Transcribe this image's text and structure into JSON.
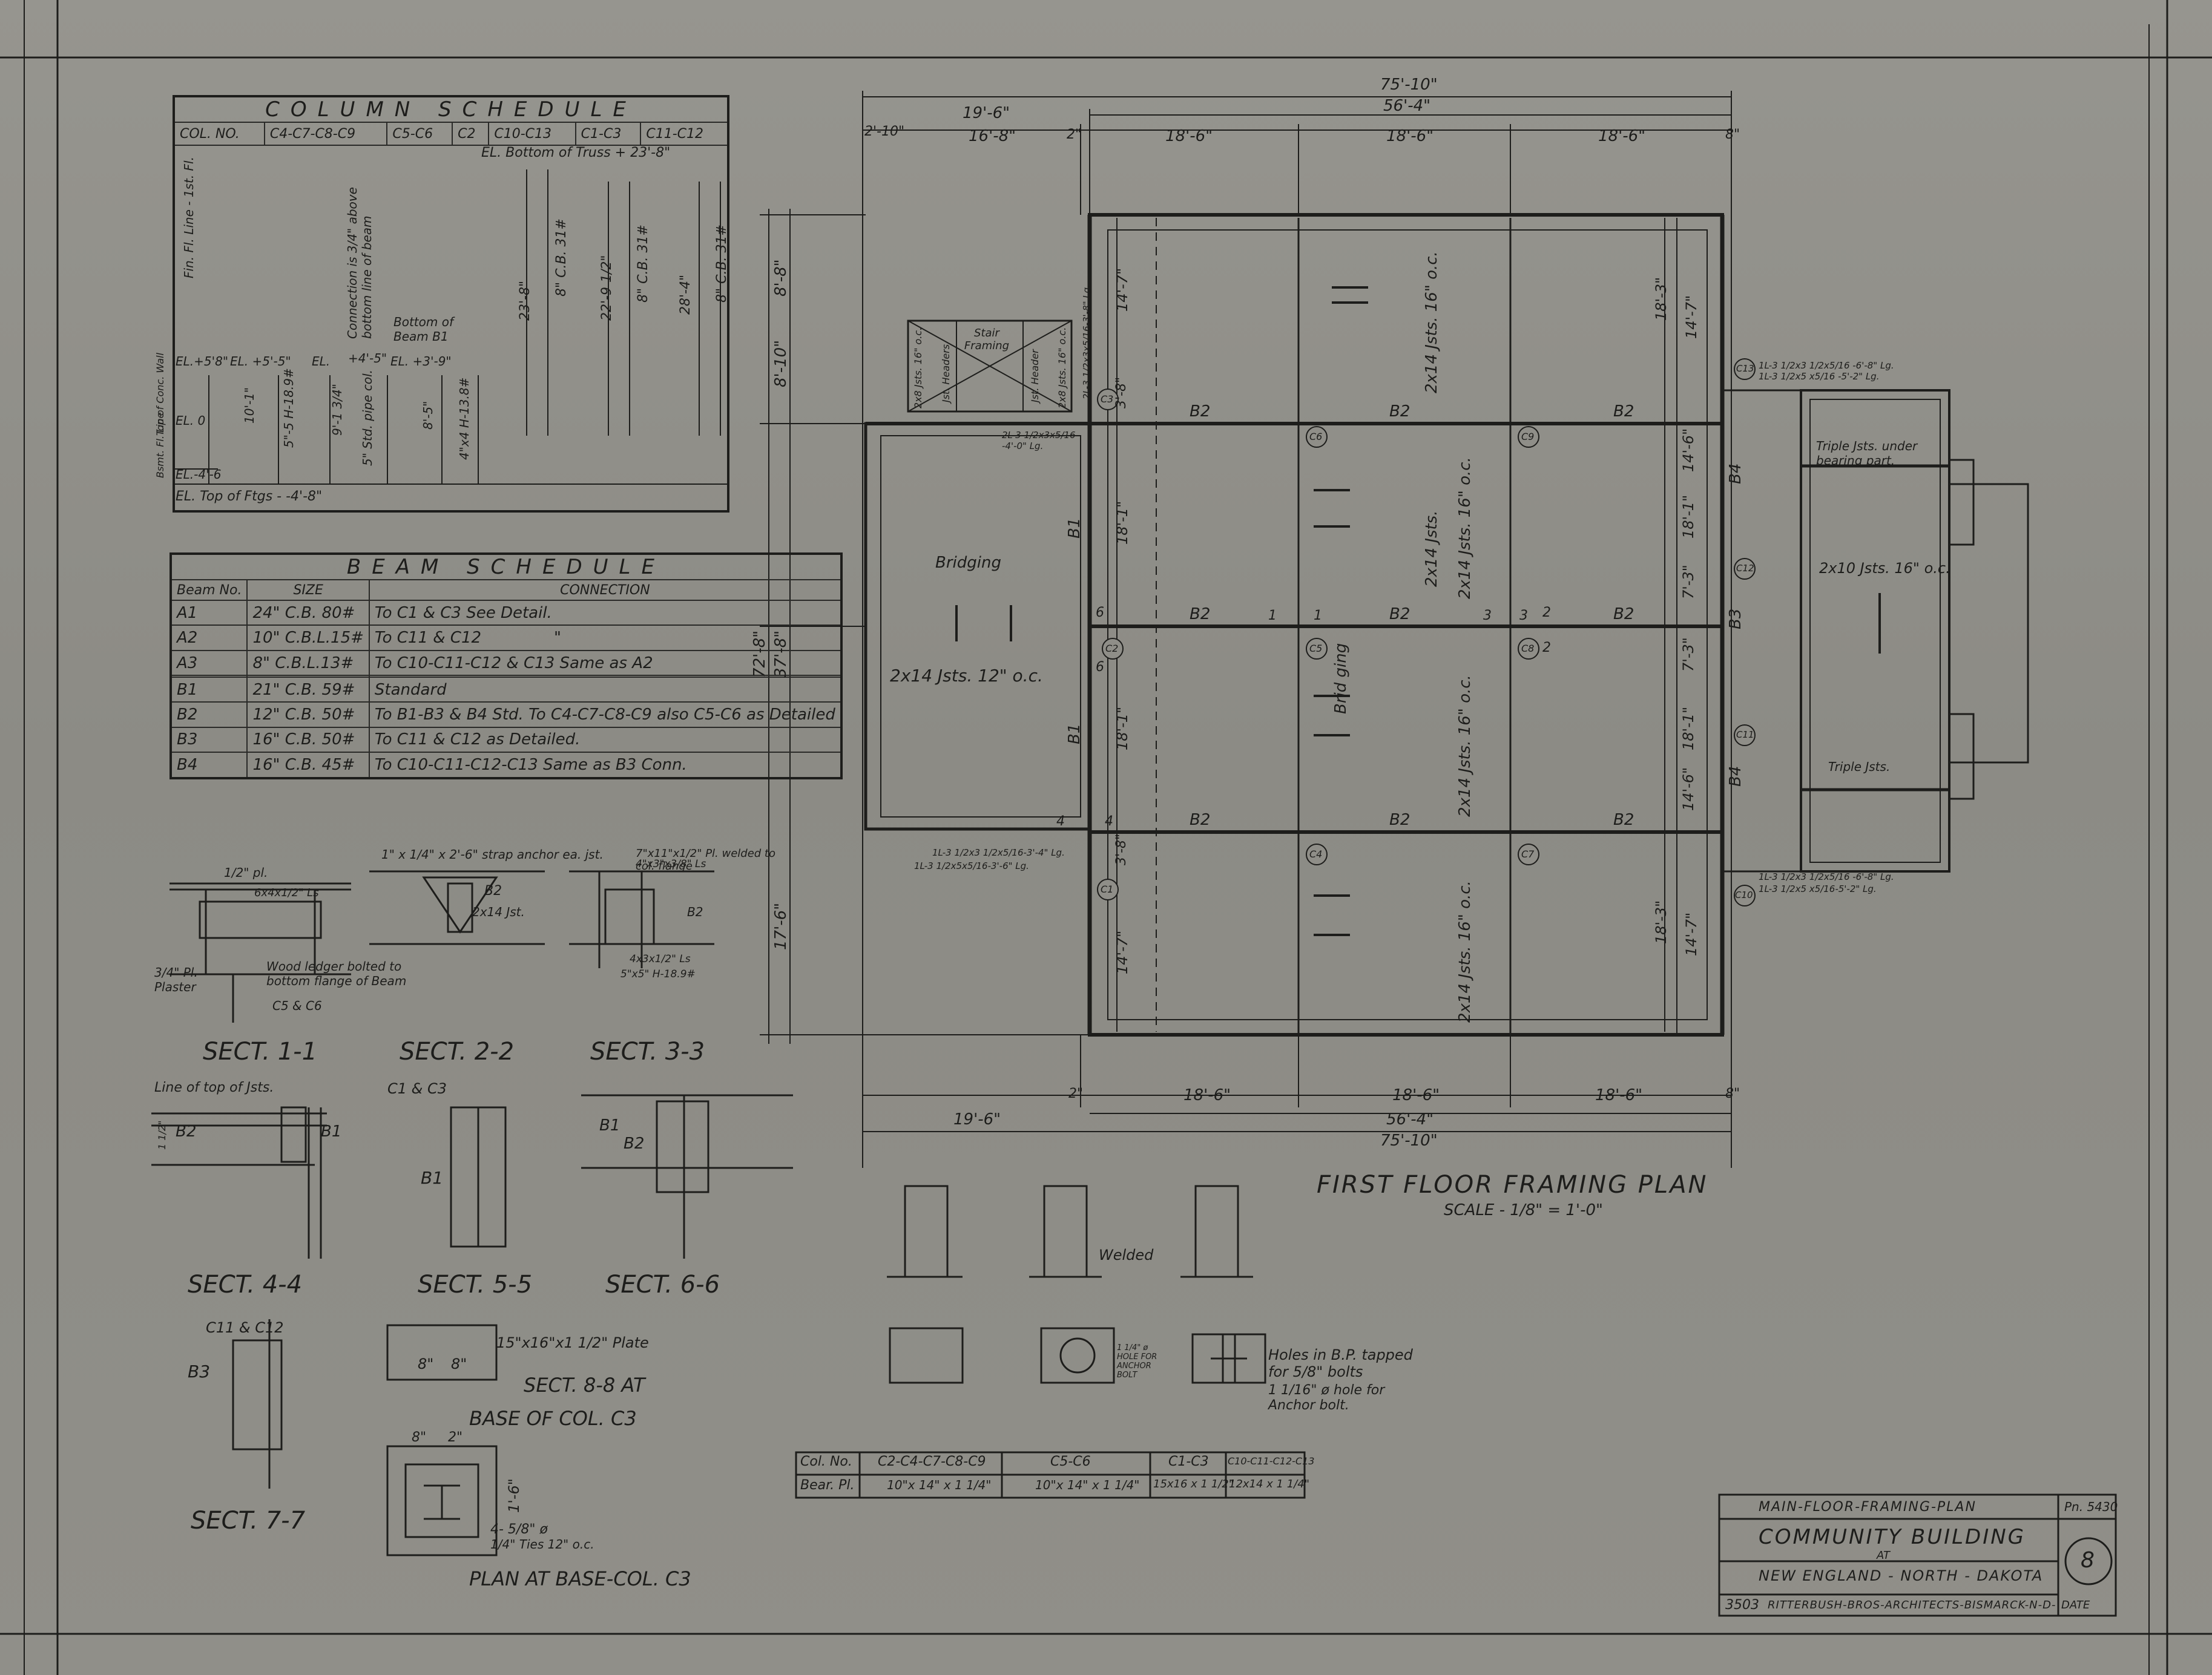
{
  "column_schedule": {
    "title": "COLUMN SCHEDULE",
    "headers": [
      "COL. NO.",
      "C4-C7-C8-C9",
      "C5-C6",
      "C2",
      "C10-C13",
      "C1-C3",
      "C11-C12"
    ],
    "truss_note": "EL. Bottom of Truss + 23'-8\"",
    "row_labels": [
      "Fin. Fl. Line - 1st. Fl.",
      "EL.+5'8\"",
      "Top of Conc. Wall",
      "EL. 0",
      "Bsmt. Fl. Line",
      "EL.-4'-6",
      "EL. Top of Ftgs - -4'-8\""
    ],
    "notes": [
      "EL. +5'-5\"",
      "EL.",
      "+4'-5\"",
      "Connection is 3/4\" above bottom line of beam",
      "Bottom of Beam B1",
      "EL. +3'-9\"",
      "10'-1\"",
      "5\"-5 H-18.9#",
      "9'-1 3/4\"",
      "5\" Std. pipe col.",
      "8'-5\"",
      "4\"x4 H-13.8#",
      "23'-8\"",
      "8\" C.B. 31#",
      "22'-9 1/2\"",
      "8\" C.B. 31#",
      "28'-4\"",
      "8\" C.B. 31#"
    ]
  },
  "beam_schedule": {
    "title": "BEAM SCHEDULE",
    "headers": [
      "Beam No.",
      "SIZE",
      "CONNECTION"
    ],
    "rows": [
      [
        "A1",
        "24\" C.B. 80#",
        "To C1 & C3 See Detail."
      ],
      [
        "A2",
        "10\" C.B.L.15#",
        "To C11 & C12"
      ],
      [
        "A3",
        "8\" C.B.L.13#",
        "To C10-C11-C12 & C13 Same as A2"
      ],
      [
        "",
        "",
        ""
      ],
      [
        "B1",
        "21\" C.B. 59#",
        "Standard"
      ],
      [
        "B2",
        "12\" C.B. 50#",
        "To B1-B3 & B4 Std. To C4-C7-C8-C9 also C5-C6 as Detailed"
      ],
      [
        "B3",
        "16\" C.B. 50#",
        "To C11 & C12 as Detailed."
      ],
      [
        "B4",
        "16\" C.B. 45#",
        "To C10-C11-C12-C13 Same as B3 Conn."
      ]
    ],
    "ditto": "\""
  },
  "plan": {
    "title": "FIRST FLOOR FRAMING PLAN",
    "scale": "SCALE - 1/8\" = 1'-0\"",
    "dims_top": [
      "75'-10\"",
      "56'-4\"",
      "19'-6\"",
      "2'-10\"",
      "16'-8\"",
      "2\"",
      "18'-6\"",
      "18'-6\"",
      "18'-6\"",
      "8\""
    ],
    "dims_bottom": [
      "2\"",
      "18'-6\"",
      "18'-6\"",
      "18'-6\"",
      "8\"",
      "19'-6\"",
      "56'-4\"",
      "75'-10\""
    ],
    "dims_left": [
      "72'-8\"",
      "37'-8\"",
      "8'-8\"",
      "8'-10\"",
      "17'-6\""
    ],
    "dims_right": [
      "18'-3\"",
      "14'-7\"",
      "14'-6\"",
      "18'-1\"",
      "7'-3\"",
      "7'-3\"",
      "18'-1\"",
      "14'-6\"",
      "18'-3\"",
      "14'-7\""
    ],
    "dims_inner": [
      "14'-7\"",
      "3'-8\"",
      "18'-1\"",
      "18'-1\"",
      "3'-8\"",
      "14'-7\""
    ],
    "beams": [
      "B2",
      "B2",
      "B2",
      "B2",
      "B2",
      "B2",
      "B2",
      "B2",
      "B2",
      "B1",
      "B1",
      "B3",
      "B4",
      "B4"
    ],
    "columns": [
      "C1",
      "C2",
      "C3",
      "C4",
      "C5",
      "C6",
      "C7",
      "C8",
      "C9",
      "C10",
      "C11",
      "C12",
      "C13"
    ],
    "joist_labels": [
      "2x14 Jsts. 16\" o.c.",
      "2x14 Jsts. 16\" o.c.",
      "2x14 Jsts.",
      "2x14 Jsts. 16\" o.c.",
      "2x14 Jsts. 16\" o.c."
    ],
    "notes": [
      "Bridging",
      "Brid ging",
      "2x14 Jsts. 12\" o.c.",
      "Stair Framing",
      "2x8 Jsts. 16\" o.c.",
      "Jst. Headers",
      "Jst. Header",
      "2x8 Jsts. 16\" o.c.",
      "2L-3 1/2x3x5/16 -4'-0\" Lg.",
      "2L-3 1/2x3x5/16-3'-8\" Lg.",
      "1L-3 1/2x3 1/2x5/16-3'-4\" Lg.",
      "1L-3 1/2x5x5/16-3'-6\" Lg.",
      "1L-3 1/2x3 1/2x5/16 -6'-8\" Lg.",
      "1L-3 1/2x5 x5/16 -5'-2\" Lg.",
      "1L-3 1/2x3 1/2x5/16 -6'-8\" Lg.",
      "1L-3 1/2x5 x5/16-5'-2\" Lg.",
      "Triple Jsts. under bearing part.",
      "2x10 Jsts. 16\" o.c.",
      "Triple Jsts."
    ],
    "section_marks": [
      "1",
      "1",
      "2",
      "2",
      "3",
      "3",
      "4",
      "4",
      "6",
      "6"
    ]
  },
  "sections": {
    "s11": {
      "title": "SECT. 1-1",
      "notes": [
        "1/2\" pl.",
        "6x4x1/2\" Ls",
        "3/4\" Pl. Plaster",
        "Wood ledger bolted to bottom flange of Beam",
        "C5 & C6"
      ]
    },
    "s22": {
      "title": "SECT. 2-2",
      "notes": [
        "1\" x 1/4\" x 2'-6\" strap anchor ea. jst.",
        "B2",
        "2x14 Jst."
      ]
    },
    "s33": {
      "title": "SECT. 3-3",
      "notes": [
        "7\"x11\"x1/2\" Pl. welded to col. flange",
        "4\"x3\"x3/8\" Ls",
        "B2",
        "4x3x1/2\" Ls",
        "5\"x5\" H-18.9#"
      ]
    },
    "s44": {
      "title": "SECT. 4-4",
      "notes": [
        "Line of top of Jsts.",
        "1 1/2\"",
        "B2",
        "B1"
      ]
    },
    "s55": {
      "title": "SECT. 5-5",
      "notes": [
        "C1 & C3",
        "B1"
      ]
    },
    "s66": {
      "title": "SECT. 6-6",
      "notes": [
        "B1",
        "B2"
      ]
    },
    "s77": {
      "title": "SECT. 7-7",
      "notes": [
        "C11 & C12",
        "B3"
      ]
    },
    "s88": {
      "title": "SECT. 8-8 AT",
      "title2": "BASE OF COL. C3",
      "notes": [
        "15\"x16\"x1 1/2\" Plate",
        "8\"",
        "8\""
      ]
    },
    "plan_base": {
      "title": "PLAN AT BASE-COL. C3",
      "notes": [
        "8\"",
        "2\"",
        "1'-6\"",
        "4- 5/8\" ø",
        "1/4\" Ties 12\" o.c."
      ]
    },
    "details": [
      "Welded",
      "1 1/4\" ø HOLE FOR ANCHOR BOLT",
      "Holes in B.P. tapped for 5/8\" bolts",
      "1 1/16\" ø hole for Anchor bolt."
    ]
  },
  "bearing_table": {
    "headers": [
      "Col. No.",
      "C2-C4-C7-C8-C9",
      "C5-C6",
      "C1-C3",
      "C10-C11-C12-C13"
    ],
    "row": [
      "Bear. Pl.",
      "10\"x 14\" x 1 1/4\"",
      "10\"x 14\" x 1 1/4\"",
      "15x16 x 1 1/2\"",
      "12x14 x 1 1/4\""
    ]
  },
  "title_block": {
    "line1": "MAIN-FLOOR-FRAMING-PLAN",
    "project_no": "Pn. 5430",
    "line2": "COMMUNITY BUILDING",
    "line3": "AT",
    "line4": "NEW ENGLAND - NORTH - DAKOTA",
    "sheet": "8",
    "job": "3503",
    "architects": "RITTERBUSH-BROS-ARCHITECTS-BISMARCK-N-D-",
    "date": "DATE"
  },
  "colors": {
    "paper": "#8f8e88",
    "ink": "#1d1d1b",
    "accent": "#8a3a2a"
  }
}
